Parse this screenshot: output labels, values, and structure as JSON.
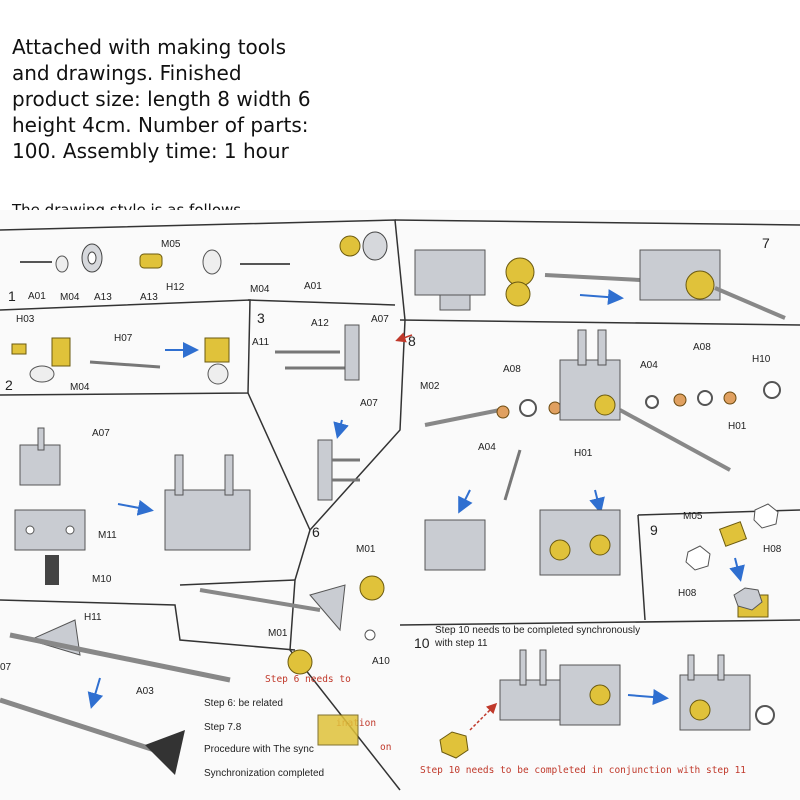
{
  "headline": {
    "lines": [
      "Attached with making tools",
      "and drawings. Finished",
      "product size: length 8 width 6",
      "height 4cm. Number of parts:",
      "100. Assembly time: 1 hour"
    ]
  },
  "style_note": "The drawing style is as follows",
  "steps": {
    "s1": {
      "number": "1",
      "labels": [
        "M05",
        "A01",
        "M04",
        "A13",
        "H12",
        "A13",
        "M04",
        "A01"
      ]
    },
    "s2": {
      "number": "2",
      "labels": [
        "H03",
        "H07",
        "M04"
      ]
    },
    "s3": {
      "number": "3",
      "labels": [
        "A12",
        "A07",
        "A11",
        "A07"
      ]
    },
    "s4": {
      "labels": [
        "A07",
        "M11",
        "M10"
      ]
    },
    "s5": {
      "labels": [
        "H11",
        "07",
        "A03"
      ]
    },
    "s6": {
      "number": "6",
      "labels": [
        "M01",
        "M01",
        "A10"
      ],
      "red_text": "Step 6 needs to",
      "notes": [
        "Step 6: be related",
        "Step 7.8",
        "Procedure with The sync",
        "Synchronization completed"
      ],
      "red_fragments": [
        "ination",
        "on"
      ]
    },
    "s7": {
      "number": "7"
    },
    "s8": {
      "number": "8",
      "labels": [
        "M02",
        "A08",
        "A04",
        "A08",
        "H10",
        "H01",
        "A04",
        "H01"
      ]
    },
    "s9": {
      "number": "9",
      "labels": [
        "M05",
        "H08",
        "H08"
      ]
    },
    "s10": {
      "number": "10",
      "header": "Step 10 needs to be completed synchronously",
      "header2": "with step 11",
      "red_text": "Step 10 needs to be completed in conjunction with step 11"
    }
  },
  "colors": {
    "ink": "#333333",
    "metal": "#c9ccd2",
    "brass": "#e0c23a",
    "red": "#c0392b",
    "arrow": "#2f6fd0"
  }
}
